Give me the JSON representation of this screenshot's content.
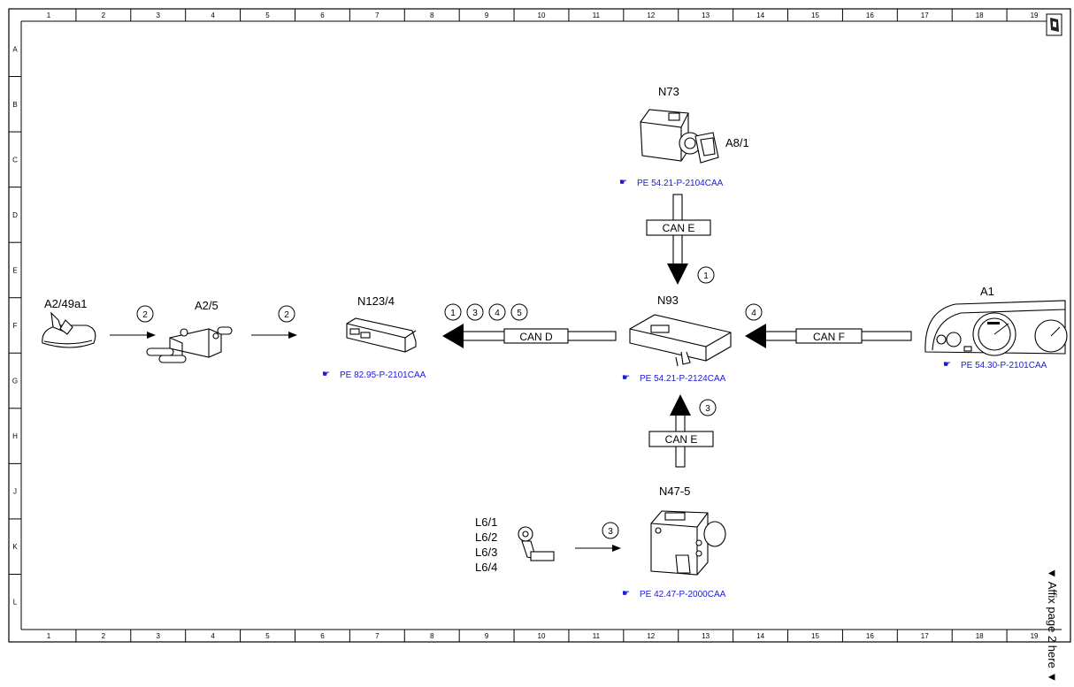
{
  "grid": {
    "columns": [
      "1",
      "2",
      "3",
      "4",
      "5",
      "6",
      "7",
      "8",
      "9",
      "10",
      "11",
      "12",
      "13",
      "14",
      "15",
      "16",
      "17",
      "18",
      "19"
    ],
    "rows": [
      "A",
      "B",
      "C",
      "D",
      "E",
      "F",
      "G",
      "H",
      "J",
      "K",
      "L"
    ]
  },
  "components": {
    "a2_49a1": {
      "label": "A2/49a1"
    },
    "a2_5": {
      "label": "A2/5"
    },
    "n123_4": {
      "label": "N123/4",
      "ref": "PE 82.95-P-2101CAA"
    },
    "n93": {
      "label": "N93",
      "ref": "PE 54.21-P-2124CAA"
    },
    "n73": {
      "label": "N73",
      "ref": "PE 54.21-P-2104CAA"
    },
    "a8_1": {
      "label": "A8/1"
    },
    "a1": {
      "label": "A1",
      "ref": "PE 54.30-P-2101CAA"
    },
    "n47_5": {
      "label": "N47-5",
      "ref": "PE 42.47-P-2000CAA"
    },
    "l6": {
      "labels": [
        "L6/1",
        "L6/2",
        "L6/3",
        "L6/4"
      ]
    }
  },
  "buses": {
    "can_d": "CAN D",
    "can_e_top": "CAN E",
    "can_e_bottom": "CAN E",
    "can_f": "CAN F"
  },
  "signals": {
    "a2_49a1_to_a2_5": "2",
    "a2_5_to_n123": "2",
    "can_d": [
      "1",
      "3",
      "4",
      "5"
    ],
    "can_e_top": "1",
    "can_e_bottom": "3",
    "can_f": "4",
    "l6_to_n47": "3"
  },
  "margin_note": "▼ Affix page 2 here ▼"
}
